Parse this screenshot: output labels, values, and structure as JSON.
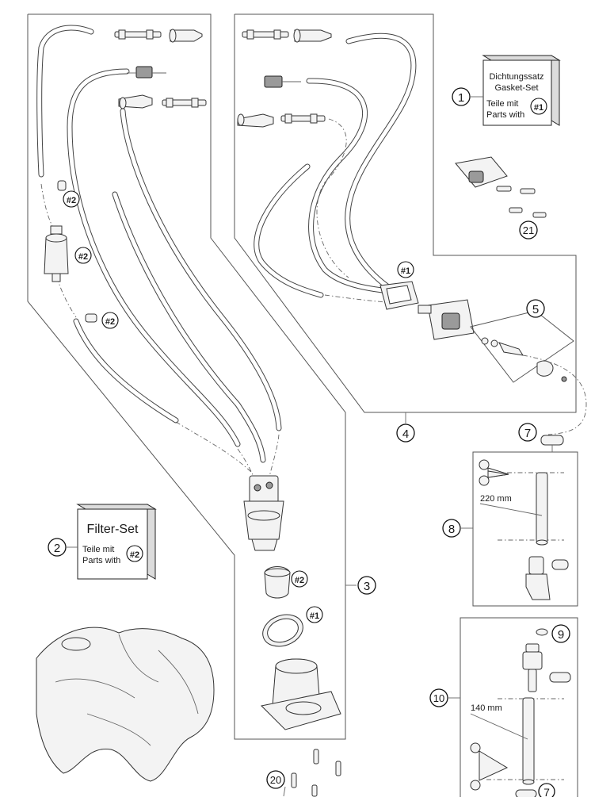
{
  "callouts": {
    "c1": "1",
    "c2": "2",
    "c3": "3",
    "c4": "4",
    "c5": "5",
    "c7a": "7",
    "c7b": "7",
    "c8": "8",
    "c9": "9",
    "c10": "10",
    "c20": "20",
    "c21": "21"
  },
  "refs": {
    "ref_1": "#1",
    "ref_2": "#2"
  },
  "gasket_set": {
    "line1": "Dichtungssatz",
    "line2": "Gasket-Set",
    "line3": "Teile mit",
    "line4": "Parts with"
  },
  "filter_set": {
    "title": "Filter-Set",
    "line3": "Teile mit",
    "line4": "Parts with"
  },
  "dimensions": {
    "hose_8": "220 mm",
    "hose_10": "140 mm"
  }
}
